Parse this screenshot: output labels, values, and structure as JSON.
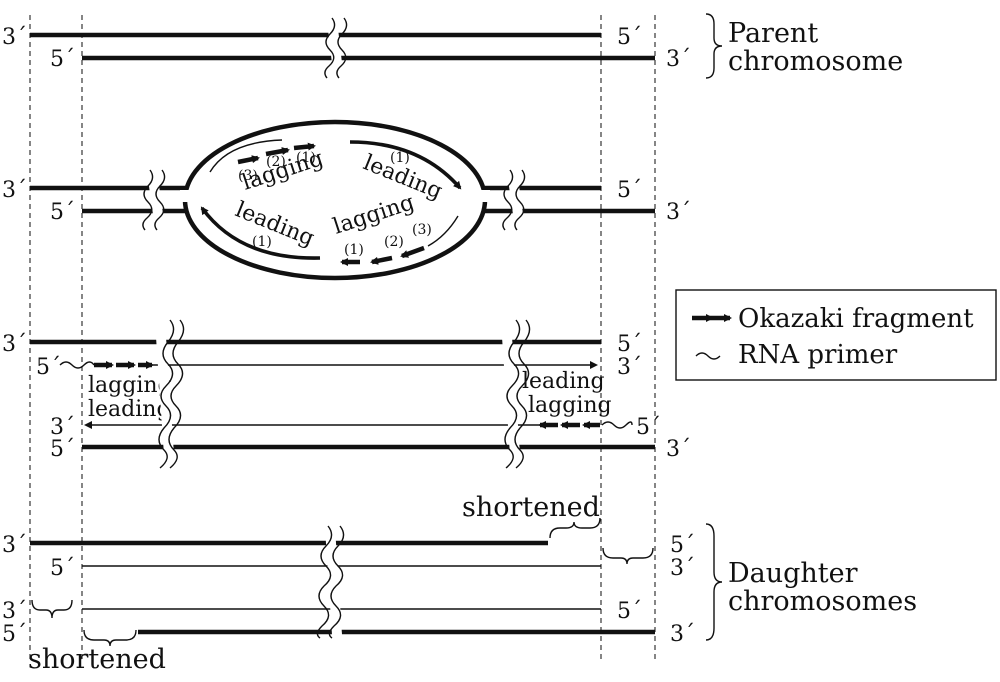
{
  "ends": {
    "three": "3´",
    "five": "5´"
  },
  "labels": {
    "parent": [
      "Parent",
      "chromosome"
    ],
    "daughter": [
      "Daughter",
      "chromosomes"
    ],
    "shortened": "shortened",
    "leading": "leading",
    "lagging": "lagging"
  },
  "fragment_numbers": [
    "(1)",
    "(2)",
    "(3)"
  ],
  "legend": {
    "okazaki": "Okazaki fragment",
    "primer": "RNA primer"
  },
  "colors": {
    "ink": "#111111",
    "background": "#ffffff"
  }
}
